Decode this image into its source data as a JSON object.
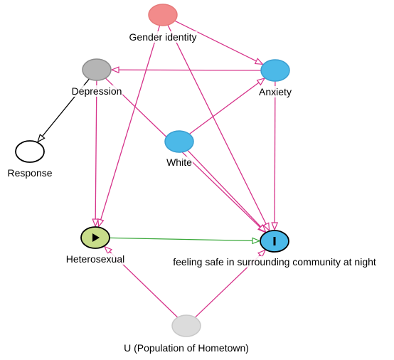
{
  "diagram": {
    "nodes": [
      {
        "id": "gender",
        "label": "Gender identity",
        "fill": "#f28b8b",
        "stroke": "#e67a7a",
        "kind": "ancestor"
      },
      {
        "id": "depression",
        "label": "Depression",
        "fill": "#b5b5b5",
        "stroke": "#8c8c8c",
        "kind": "adjusted"
      },
      {
        "id": "anxiety",
        "label": "Anxiety",
        "fill": "#4cb9e8",
        "stroke": "#3a9ed0",
        "kind": "ancestor-of-outcome"
      },
      {
        "id": "response",
        "label": "Response",
        "fill": "#ffffff",
        "stroke": "#000000",
        "kind": "other"
      },
      {
        "id": "white",
        "label": "White",
        "fill": "#4cb9e8",
        "stroke": "#3a9ed0",
        "kind": "ancestor-of-outcome"
      },
      {
        "id": "hetero",
        "label": "Heterosexual",
        "fill": "#c8dc8a",
        "stroke": "#000000",
        "kind": "exposure",
        "icon": "play-icon"
      },
      {
        "id": "feeling",
        "label": "feeling safe in surrounding community at night",
        "fill": "#4cb9e8",
        "stroke": "#000000",
        "kind": "outcome",
        "icon": "bar-icon"
      },
      {
        "id": "u",
        "label": "U (Population of Hometown)",
        "fill": "#dcdcdc",
        "stroke": "#c8c8c8",
        "kind": "unobserved"
      }
    ],
    "edges": [
      {
        "from": "gender",
        "to": "anxiety",
        "color": "#d6338a"
      },
      {
        "from": "gender",
        "to": "hetero",
        "color": "#d6338a"
      },
      {
        "from": "gender",
        "to": "feeling",
        "color": "#d6338a"
      },
      {
        "from": "anxiety",
        "to": "depression",
        "color": "#d6338a"
      },
      {
        "from": "anxiety",
        "to": "feeling",
        "color": "#d6338a"
      },
      {
        "from": "depression",
        "to": "response",
        "color": "#000000"
      },
      {
        "from": "depression",
        "to": "hetero",
        "color": "#d6338a"
      },
      {
        "from": "depression",
        "to": "feeling",
        "color": "#d6338a"
      },
      {
        "from": "white",
        "to": "anxiety",
        "color": "#d6338a"
      },
      {
        "from": "white",
        "to": "feeling",
        "color": "#d6338a"
      },
      {
        "from": "hetero",
        "to": "feeling",
        "color": "#3aa83a"
      },
      {
        "from": "u",
        "to": "hetero",
        "color": "#d6338a"
      },
      {
        "from": "u",
        "to": "feeling",
        "color": "#d6338a"
      }
    ]
  }
}
